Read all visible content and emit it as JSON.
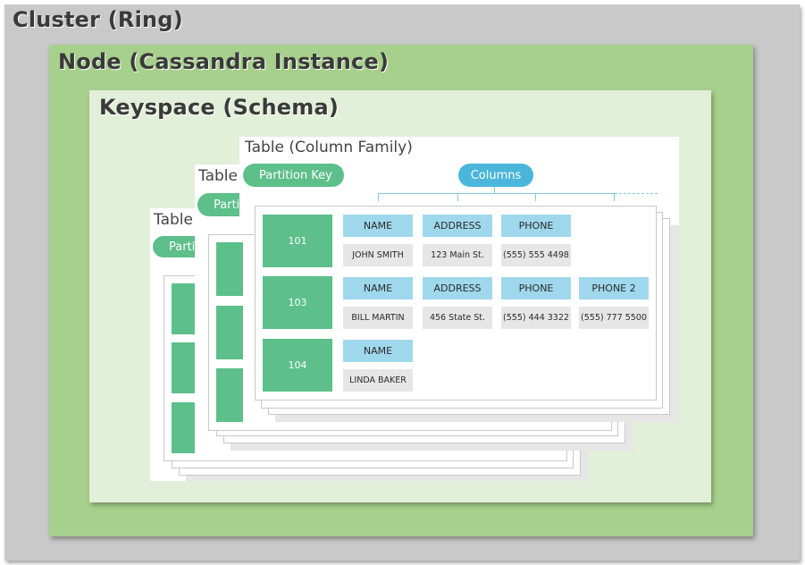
{
  "levels": {
    "cluster": "Cluster (Ring)",
    "node": "Node (Cassandra Instance)",
    "keyspace": "Keyspace (Schema)"
  },
  "tables": {
    "front_title": "Table (Column Family)",
    "back_title": "Table",
    "partition_key_label": "Partition Key",
    "partition_key_partial": "Parti",
    "partition_key_partial_2": "Partit",
    "columns_label": "Columns"
  },
  "rows": [
    {
      "key": "101",
      "columns": [
        {
          "name": "NAME",
          "value": "JOHN SMITH"
        },
        {
          "name": "ADDRESS",
          "value": "123 Main St."
        },
        {
          "name": "PHONE",
          "value": "(555) 555 4498"
        }
      ]
    },
    {
      "key": "103",
      "columns": [
        {
          "name": "NAME",
          "value": "BILL MARTIN"
        },
        {
          "name": "ADDRESS",
          "value": "456 State St."
        },
        {
          "name": "PHONE",
          "value": "(555) 444 3322"
        },
        {
          "name": "PHONE 2",
          "value": "(555) 777 5500"
        }
      ]
    },
    {
      "key": "104",
      "columns": [
        {
          "name": "NAME",
          "value": "LINDA BAKER"
        }
      ]
    }
  ],
  "colors": {
    "cluster": "#c9c9c9",
    "node": "#a7d08c",
    "keyspace": "#e2efd9",
    "partition_green": "#5dbf8a",
    "column_blue": "#9fd8ec",
    "columns_pill": "#4ab6dc",
    "value_gray": "#e6e6e6"
  }
}
